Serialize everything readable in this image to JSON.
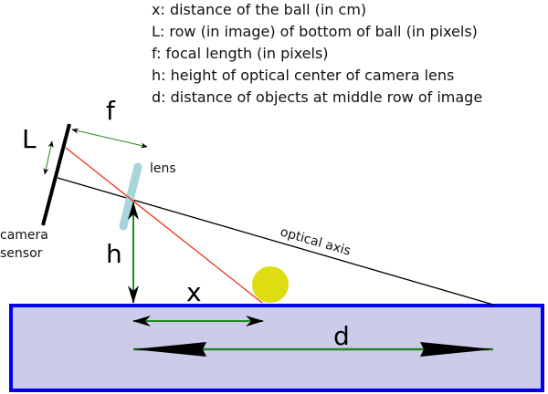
{
  "legend": [
    "x: distance of the ball (in cm)",
    "L: row (in image) of bottom of ball (in pixels)",
    "f: focal length (in pixels)",
    "h: height of optical center of camera lens",
    "d: distance of objects at middle row of image"
  ],
  "labels": {
    "f": "f",
    "L": "L",
    "lens": "lens",
    "camera": "camera",
    "sensor": "sensor",
    "h": "h",
    "x": "x",
    "d": "d",
    "optical_axis": "optical axis"
  },
  "colors": {
    "ground_fill": "#ccccea",
    "ground_border": "#0000ee",
    "ball": "#dddd11",
    "lens": "#a8d4dc",
    "ray": "#ee3311",
    "arrow": "#228822"
  }
}
